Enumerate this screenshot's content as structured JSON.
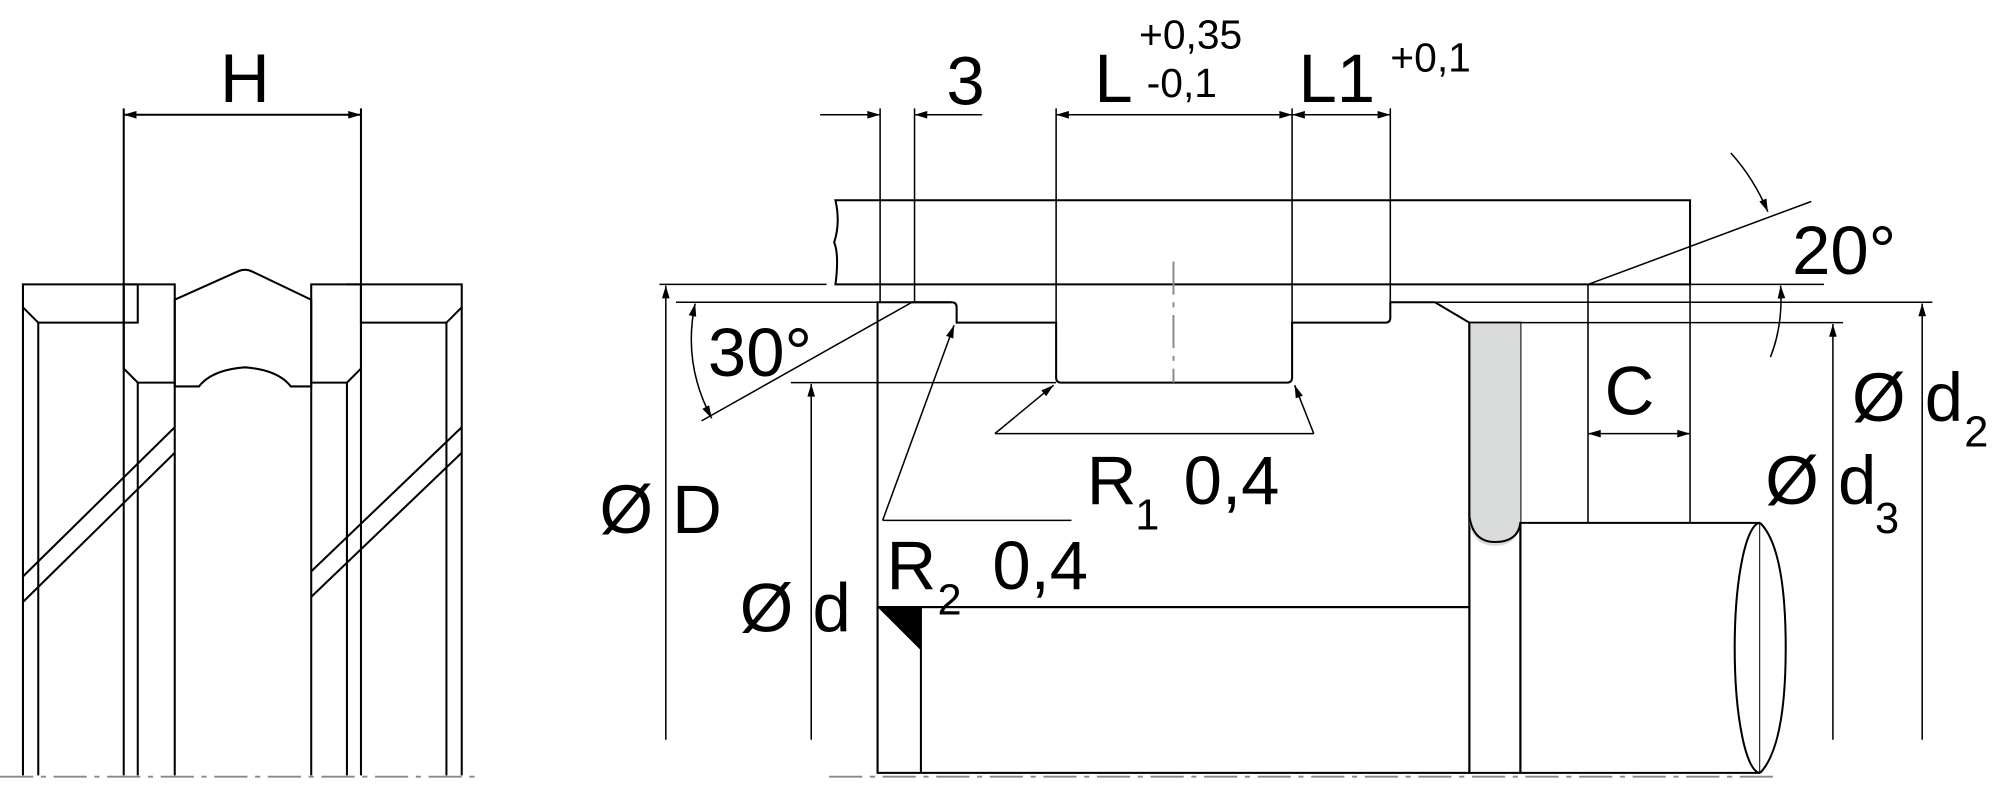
{
  "colors": {
    "seal": "#006bd6",
    "steel": "#d9dbdb",
    "ring": "#e8e8e8"
  },
  "labels": {
    "H": "H",
    "three": "3",
    "L": "L",
    "L_upper_tol": "+0,35",
    "L_lower_tol": "-0,1",
    "L1": "L1",
    "L1_tol": "+0,1",
    "angle_30": "30°",
    "angle_20": "20°",
    "C": "C",
    "dia_D": "Ø D",
    "dia_d": "Ø d",
    "dia_d2": "Ø d",
    "dia_d2_sub": "2",
    "dia_d3": "Ø d",
    "dia_d3_sub": "3",
    "R1": "R",
    "R1_sub": "1",
    "R1_value": "0,4",
    "R2": "R",
    "R2_sub": "2",
    "R2_value": "0,4"
  }
}
